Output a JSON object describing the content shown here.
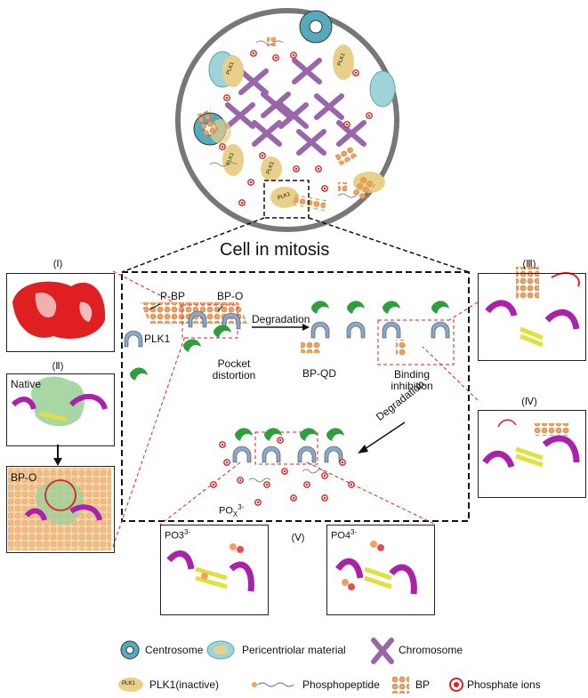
{
  "cell": {
    "title": "Cell in mitosis"
  },
  "panels": {
    "I": "(Ⅰ)",
    "II": "(Ⅱ)",
    "III": "(Ⅲ)",
    "IV": "(Ⅳ)",
    "V": "(Ⅴ)",
    "II_native": "Native",
    "II_bpo": "BP-O",
    "V_left": "PO3",
    "V_left_sup": "3-",
    "V_right": "PO4",
    "V_right_sup": "3-"
  },
  "inset": {
    "p_bp": "P-BP",
    "bp_o": "BP-O",
    "plk1": "PLK1",
    "pocket_1": "Pocket",
    "pocket_2": "distortion",
    "degradation_1": "Degradation",
    "degradation_2": "Degradation",
    "bp_qd": "BP-QD",
    "binding_1": "Binding",
    "binding_2": "inhibition",
    "pox": "PO",
    "pox_sub": "X",
    "pox_sup": "3-"
  },
  "cell_plk1_labels": [
    "PLK1",
    "PLK1",
    "PLK1",
    "PLK1",
    "PLK1"
  ],
  "legend": {
    "centrosome": "Centrosome",
    "pcm": "Pericentriolar material",
    "chromosome": "Chromosome",
    "plk1_icon": "PLK1",
    "plk1_inactive": "PLK1(inactive)",
    "phosphopeptide": "Phosphopeptide",
    "bp": "BP",
    "phosphate": "Phosphate ions"
  },
  "colors": {
    "bp": "#f0a060",
    "phosphate": "#d22",
    "chromosome": "#9966aa",
    "plk1": "#e8d08a",
    "pcm": "#9fd3d8",
    "kinase": "#2e9e3e",
    "plk1_icon": "#8aa8c8",
    "helix": "#aa22aa",
    "sheet": "#e0e040",
    "surface_red": "#e02020"
  }
}
